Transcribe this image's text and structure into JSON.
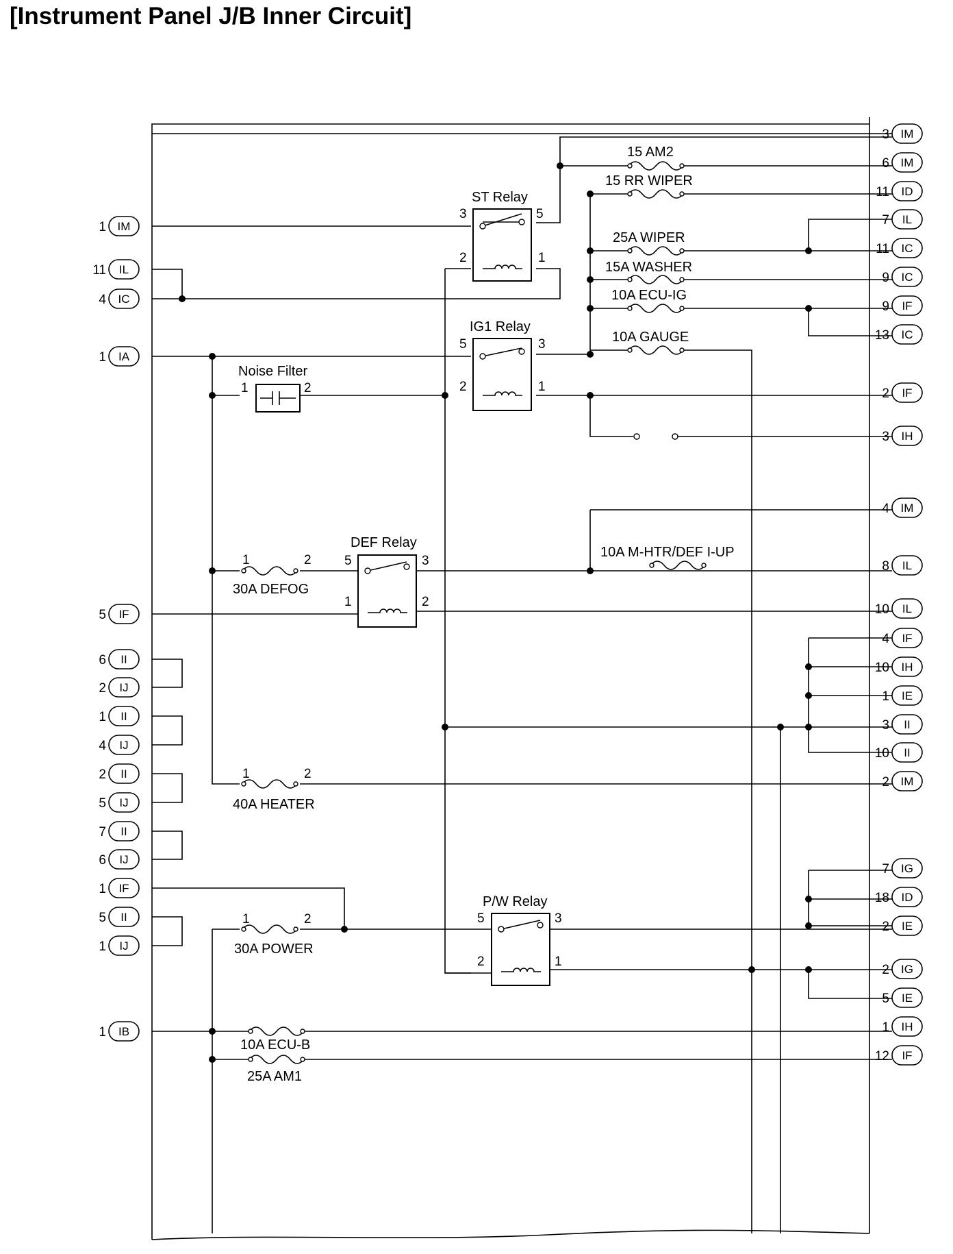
{
  "title": "[Instrument Panel J/B Inner Circuit]",
  "components": {
    "st_relay": "ST Relay",
    "ig1_relay": "IG1 Relay",
    "def_relay": "DEF Relay",
    "pw_relay": "P/W Relay",
    "noise_filter": "Noise Filter"
  },
  "fuses": {
    "am2": "15 AM2",
    "rr_wiper": "15 RR WIPER",
    "wiper": "25A WIPER",
    "washer": "15A WASHER",
    "ecu_ig": "10A ECU-IG",
    "gauge": "10A GAUGE",
    "mhtr": "10A M-HTR/DEF I-UP",
    "defog": "30A DEFOG",
    "heater": "40A HEATER",
    "power": "30A POWER",
    "ecu_b": "10A ECU-B",
    "am1": "25A AM1"
  },
  "pins": {
    "st_3": "3",
    "st_5": "5",
    "st_2": "2",
    "st_1": "1",
    "ig1_5": "5",
    "ig1_3": "3",
    "ig1_2": "2",
    "ig1_1": "1",
    "def_5": "5",
    "def_3": "3",
    "def_1": "1",
    "def_2": "2",
    "pw_5": "5",
    "pw_3": "3",
    "pw_2": "2",
    "pw_1": "1",
    "nf_1": "1",
    "nf_2": "2",
    "defog_1": "1",
    "defog_2": "2",
    "heater_1": "1",
    "heater_2": "2",
    "power_1": "1",
    "power_2": "2"
  },
  "left_connectors": [
    {
      "num": "1",
      "id": "IM"
    },
    {
      "num": "11",
      "id": "IL"
    },
    {
      "num": "4",
      "id": "IC"
    },
    {
      "num": "1",
      "id": "IA"
    },
    {
      "num": "5",
      "id": "IF"
    },
    {
      "num": "6",
      "id": "II"
    },
    {
      "num": "2",
      "id": "IJ"
    },
    {
      "num": "1",
      "id": "II"
    },
    {
      "num": "4",
      "id": "IJ"
    },
    {
      "num": "2",
      "id": "II"
    },
    {
      "num": "5",
      "id": "IJ"
    },
    {
      "num": "7",
      "id": "II"
    },
    {
      "num": "6",
      "id": "IJ"
    },
    {
      "num": "1",
      "id": "IF"
    },
    {
      "num": "5",
      "id": "II"
    },
    {
      "num": "1",
      "id": "IJ"
    },
    {
      "num": "1",
      "id": "IB"
    }
  ],
  "right_connectors": [
    {
      "num": "3",
      "id": "IM"
    },
    {
      "num": "6",
      "id": "IM"
    },
    {
      "num": "11",
      "id": "ID"
    },
    {
      "num": "7",
      "id": "IL"
    },
    {
      "num": "11",
      "id": "IC"
    },
    {
      "num": "9",
      "id": "IC"
    },
    {
      "num": "9",
      "id": "IF"
    },
    {
      "num": "13",
      "id": "IC"
    },
    {
      "num": "2",
      "id": "IF"
    },
    {
      "num": "3",
      "id": "IH"
    },
    {
      "num": "4",
      "id": "IM"
    },
    {
      "num": "8",
      "id": "IL"
    },
    {
      "num": "10",
      "id": "IL"
    },
    {
      "num": "4",
      "id": "IF"
    },
    {
      "num": "10",
      "id": "IH"
    },
    {
      "num": "1",
      "id": "IE"
    },
    {
      "num": "3",
      "id": "II"
    },
    {
      "num": "10",
      "id": "II"
    },
    {
      "num": "2",
      "id": "IM"
    },
    {
      "num": "7",
      "id": "IG"
    },
    {
      "num": "18",
      "id": "ID"
    },
    {
      "num": "2",
      "id": "IE"
    },
    {
      "num": "2",
      "id": "IG"
    },
    {
      "num": "5",
      "id": "IE"
    },
    {
      "num": "1",
      "id": "IH"
    },
    {
      "num": "12",
      "id": "IF"
    }
  ]
}
